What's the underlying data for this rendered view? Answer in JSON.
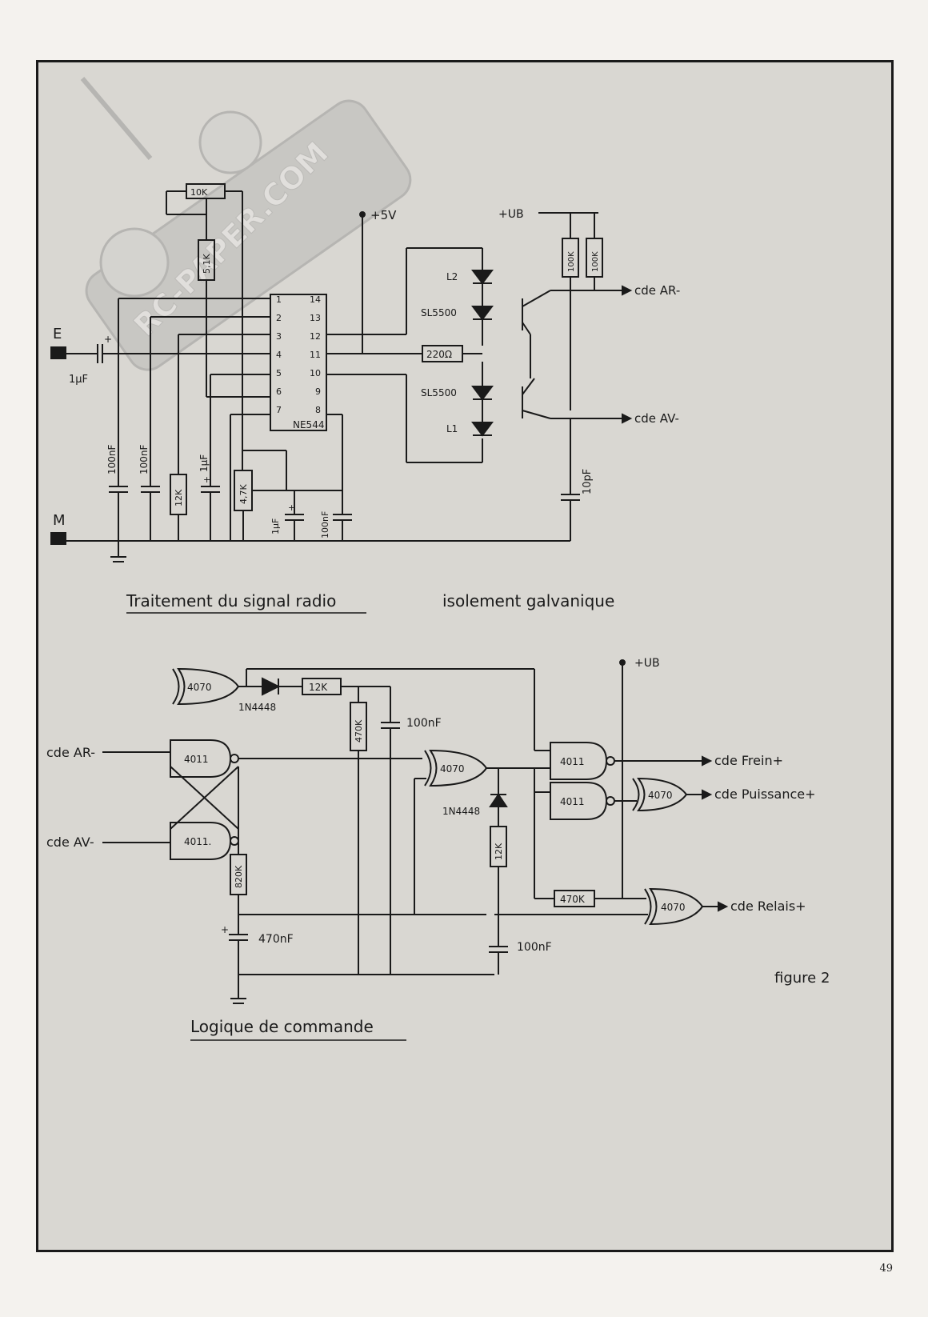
{
  "watermark": {
    "text": "RC-PAPER.COM"
  },
  "sections": {
    "radio": "Traitement du signal radio",
    "isolation": "isolement galvanique",
    "logic": "Logique de commande",
    "figure": "figure 2"
  },
  "radio": {
    "input_e": "E",
    "input_m": "M",
    "supply": "+5V",
    "ic": "NE544",
    "ic_pins_left": [
      "1",
      "2",
      "3",
      "4",
      "5",
      "6",
      "7"
    ],
    "ic_pins_right": [
      "14",
      "13",
      "12",
      "11",
      "10",
      "9",
      "8"
    ],
    "pot_top": "10K",
    "r_5k1": "5,1K",
    "c_in": "1µF",
    "c_in_plus": "+",
    "c1": "100nF",
    "c2": "100nF",
    "r_12k": "12K",
    "c_1uf": "1µF",
    "c_1uf_plus": "+",
    "pot_47k": "4,7K",
    "c_1uf_b": "1µF",
    "c_1uf_b_plus": "+",
    "c_100nf": "100nF"
  },
  "isolation": {
    "supply": "+UB",
    "r1": "100K",
    "r2": "100K",
    "l2": "L2",
    "sl1": "SL5500",
    "res": "220Ω",
    "sl2": "SL5500",
    "l1": "L1",
    "c": "10pF",
    "out_ar": "cde AR-",
    "out_av": "cde AV-"
  },
  "logic": {
    "supply": "+UB",
    "in_ar": "cde AR-",
    "in_av": "cde AV-",
    "xor_top": "4070",
    "diode_top": "1N4448",
    "r_12k": "12K",
    "r_470k": "470K",
    "c_100nf_top": "100nF",
    "nand1": "4011",
    "nand2": "4011.",
    "r_820k": "820K",
    "c_470nf": "470nF",
    "c_470nf_plus": "+",
    "xor_mid": "4070",
    "diode_mid": "1N4448",
    "r_12k_b": "12K",
    "nand3": "4011",
    "nand4": "4011",
    "xor_out": "4070",
    "r_470k_b": "470K",
    "xor_relay": "4070",
    "c_100nf_b": "100nF",
    "out_frein": "cde Frein+",
    "out_puissance": "cde Puissance+",
    "out_relais": "cde Relais+"
  },
  "page": {
    "number": "49"
  }
}
